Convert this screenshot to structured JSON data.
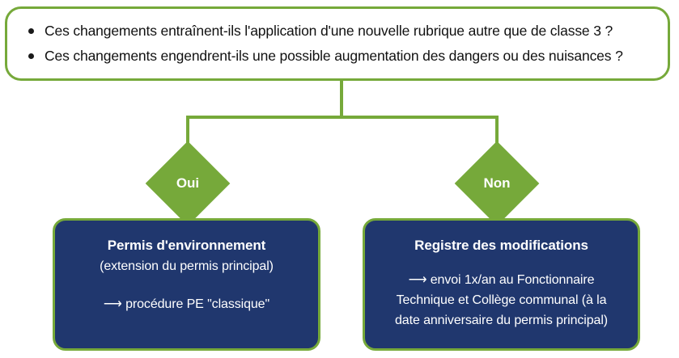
{
  "diagram": {
    "type": "flowchart",
    "colors": {
      "green": "#76a93a",
      "navy": "#20376e",
      "white": "#ffffff",
      "text_dark": "#111111"
    },
    "question_box": {
      "bullets": [
        "Ces changements entraînent-ils l'application d'une nouvelle rubrique autre que de classe 3 ?",
        "Ces changements engendrent-ils une possible augmentation des dangers ou des nuisances ?"
      ]
    },
    "decisions": [
      {
        "label": "Oui"
      },
      {
        "label": "Non"
      }
    ],
    "results": [
      {
        "title": "Permis d'environnement",
        "subtitle": "(extension du permis principal)",
        "lines": [
          "⟶ procédure PE \"classique\""
        ]
      },
      {
        "title": "Registre des modifications",
        "subtitle": "",
        "lines": [
          "⟶ envoi 1x/an au Fonctionnaire",
          "Technique et Collège communal (à la",
          "date anniversaire du permis principal)"
        ]
      }
    ]
  }
}
